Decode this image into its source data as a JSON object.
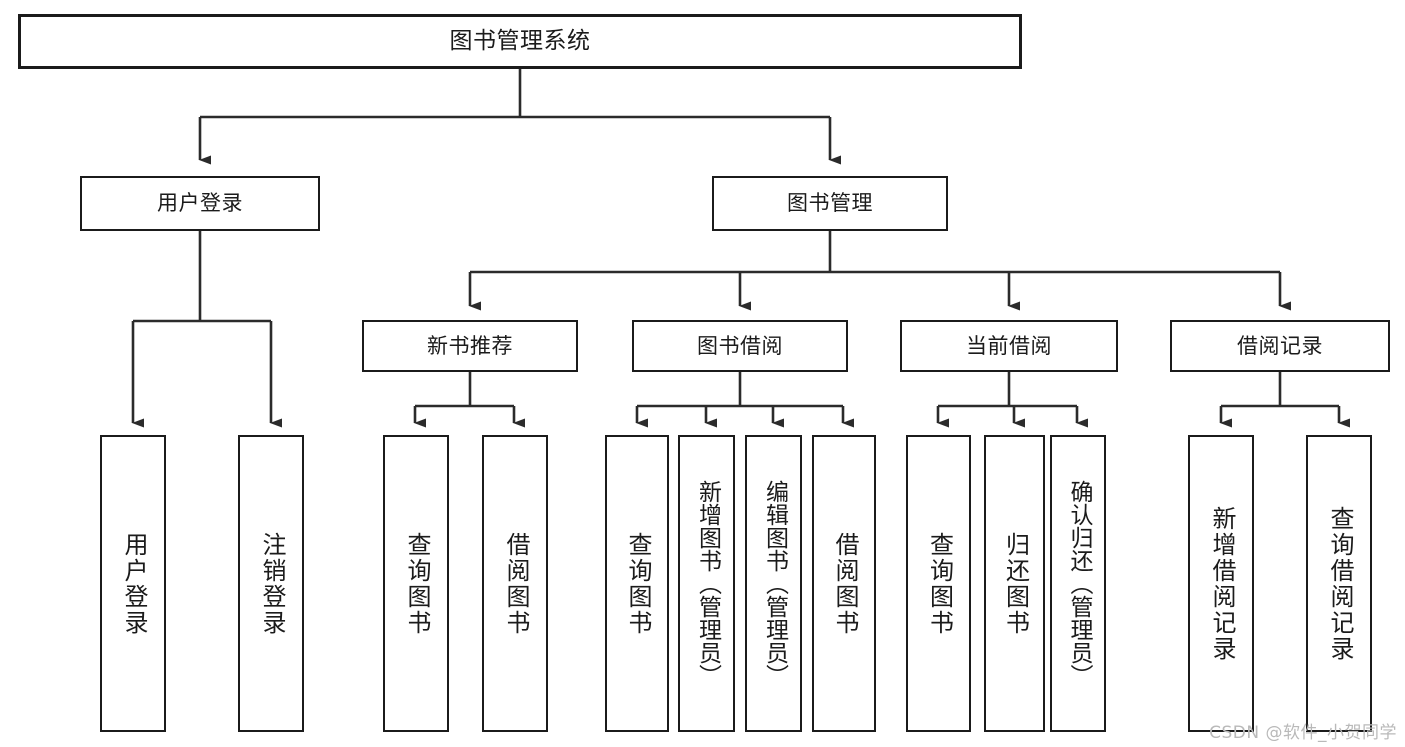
{
  "diagram": {
    "title": "图书管理系统",
    "type": "hierarchy-tree",
    "colors": {
      "line": "#1b1b1b",
      "box_border": "#1b1b1b",
      "box_fill": "#ffffff",
      "background": "#ffffff",
      "watermark": "#b9b9b9"
    },
    "root": {
      "label": "图书管理系统"
    },
    "level1": [
      {
        "label": "用户登录"
      },
      {
        "label": "图书管理"
      }
    ],
    "level2": [
      {
        "label": "新书推荐"
      },
      {
        "label": "图书借阅"
      },
      {
        "label": "当前借阅"
      },
      {
        "label": "借阅记录"
      }
    ],
    "leaves": {
      "user_login": [
        {
          "label": "用户登录"
        },
        {
          "label": "注销登录"
        }
      ],
      "new_book_recommend": [
        {
          "label": "查询图书"
        },
        {
          "label": "借阅图书"
        }
      ],
      "book_borrow": [
        {
          "label": "查询图书"
        },
        {
          "label": "新增图书（管理员）"
        },
        {
          "label": "编辑图书（管理员）"
        },
        {
          "label": "借阅图书"
        }
      ],
      "current_borrow": [
        {
          "label": "查询图书"
        },
        {
          "label": "归还图书"
        },
        {
          "label": "确认归还（管理员）"
        }
      ],
      "borrow_record": [
        {
          "label": "新增借阅记录"
        },
        {
          "label": "查询借阅记录"
        }
      ]
    }
  },
  "watermark": {
    "text": "CSDN @软件_小贺同学"
  }
}
